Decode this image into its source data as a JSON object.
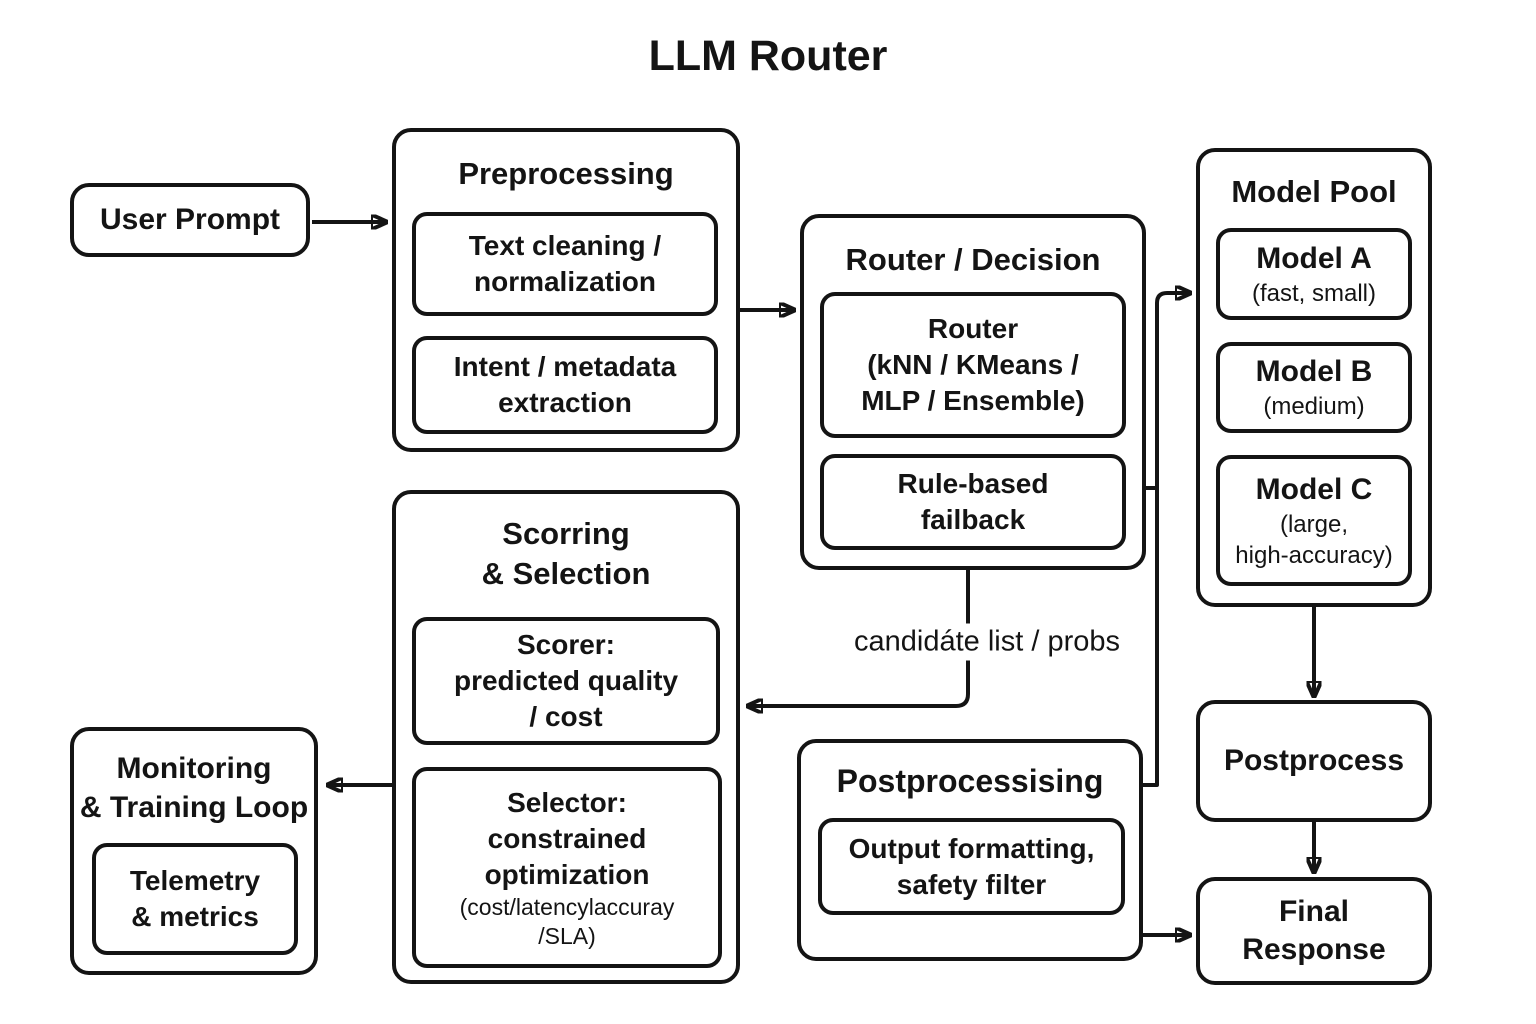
{
  "title": "LLM Router",
  "colors": {
    "ink": "#141414",
    "background": "#ffffff"
  },
  "nodes": {
    "user_prompt": {
      "label": "User Prompt"
    },
    "preprocessing": {
      "title": "Preprocessing",
      "items": [
        {
          "lines": [
            "Text cleaning /",
            "normalization"
          ]
        },
        {
          "lines": [
            "Intent / metadata",
            "extraction"
          ]
        }
      ]
    },
    "router_decision": {
      "title": "Router / Decision",
      "items": [
        {
          "lines": [
            "Router",
            "(kNN / KMeans /",
            "MLP / Ensemble)"
          ]
        },
        {
          "lines": [
            "Rule-based",
            "failback"
          ]
        }
      ]
    },
    "model_pool": {
      "title": "Model Pool",
      "items": [
        {
          "name": "Model A",
          "desc_lines": [
            "(fast, small)"
          ]
        },
        {
          "name": "Model B",
          "desc_lines": [
            "(medium)"
          ]
        },
        {
          "name": "Model C",
          "desc_lines": [
            "(large,",
            "high-accuracy)"
          ]
        }
      ]
    },
    "scoring_selection": {
      "title_lines": [
        "Scorring",
        "& Selection"
      ],
      "items": [
        {
          "lines": [
            "Scorer:",
            "predicted quality",
            "/ cost"
          ],
          "small_lines": []
        },
        {
          "lines": [
            "Selector:",
            "constrained",
            "optimization"
          ],
          "small_lines": [
            "(cost/latencylaccuray",
            "/SLA)"
          ]
        }
      ]
    },
    "monitoring": {
      "title_lines": [
        "Monitoring",
        "& Training Loop"
      ],
      "items": [
        {
          "lines": [
            "Telemetry",
            "& metrics"
          ]
        }
      ]
    },
    "postprocessing": {
      "title": "Postprocessising",
      "items": [
        {
          "lines": [
            "Output formatting,",
            "safety filter"
          ]
        }
      ]
    },
    "postprocess": {
      "label": "Postprocess"
    },
    "final_response": {
      "lines": [
        "Final",
        "Response"
      ]
    }
  },
  "edges": {
    "candidate_label": "candidáte list / probs"
  }
}
